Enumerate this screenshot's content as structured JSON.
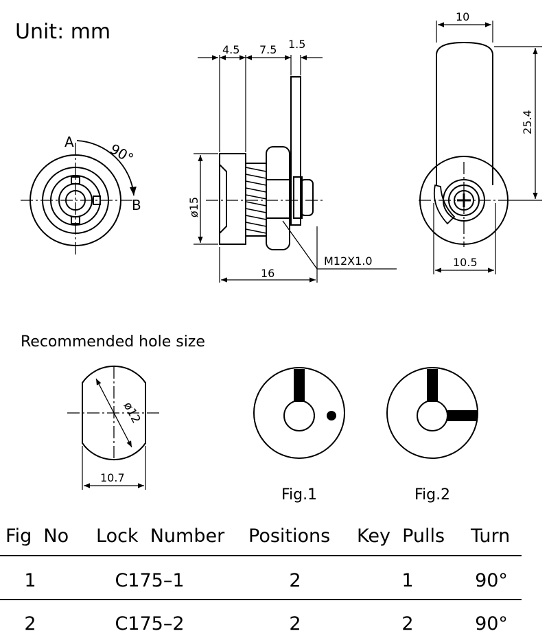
{
  "unit_label": "Unit:  mm",
  "front_view": {
    "label_a": "A",
    "label_b": "B",
    "angle": "90°"
  },
  "side_view": {
    "dim_top_1": "4.5",
    "dim_top_2": "7.5",
    "dim_top_3": "1.5",
    "dim_diameter": "ø15",
    "dim_length": "16",
    "thread_callout": "M12X1.0"
  },
  "back_view": {
    "dim_width_top": "10",
    "dim_height": "25.4",
    "dim_width_bottom": "10.5"
  },
  "hole_section": {
    "title": "Recommended hole size",
    "dim_diameter": "ø12",
    "dim_width": "10.7"
  },
  "figures": [
    {
      "caption": "Fig.1"
    },
    {
      "caption": "Fig.2"
    }
  ],
  "table": {
    "headers": [
      "Fig  No",
      "Lock  Number",
      "Positions",
      "Key  Pulls",
      "Turn"
    ],
    "rows": [
      [
        "1",
        "C175–1",
        "2",
        "1",
        "90°"
      ],
      [
        "2",
        "C175–2",
        "2",
        "2",
        "90°"
      ]
    ]
  }
}
